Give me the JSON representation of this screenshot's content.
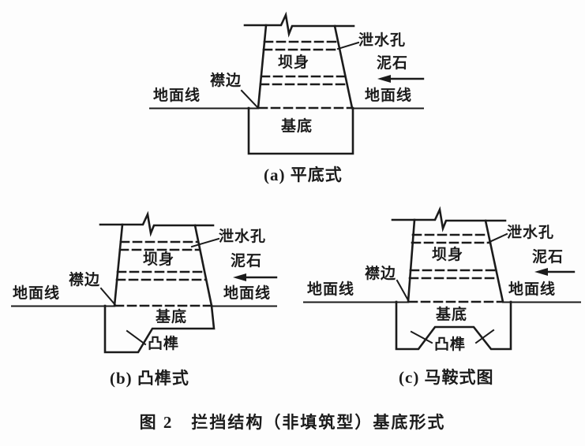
{
  "figure_caption": "图 2　拦挡结构（非填筑型）基底形式",
  "labels": {
    "weep_hole": "泄水孔",
    "dam_body": "坝身",
    "debris_flow": "泥石",
    "flange": "襟边",
    "ground_line": "地面线",
    "base": "基底",
    "tenon": "凸榫"
  },
  "diagrams": {
    "a": {
      "caption": "(a) 平底式"
    },
    "b": {
      "caption": "(b) 凸榫式"
    },
    "c": {
      "caption": "(c) 马鞍式图"
    }
  },
  "colors": {
    "line": "#1b1b1b",
    "background": "#fdfdfd"
  }
}
